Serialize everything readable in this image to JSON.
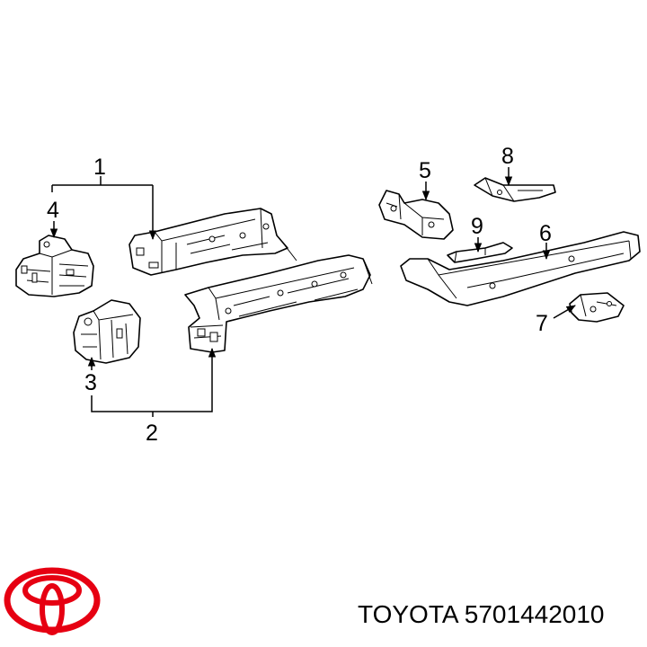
{
  "callouts": [
    "1",
    "2",
    "3",
    "4",
    "5",
    "6",
    "7",
    "8",
    "9"
  ],
  "caption": {
    "brand": "TOYOTA",
    "part_number": "5701442010"
  },
  "logo": {
    "name": "toyota-logo-icon",
    "color": "#e60012"
  }
}
